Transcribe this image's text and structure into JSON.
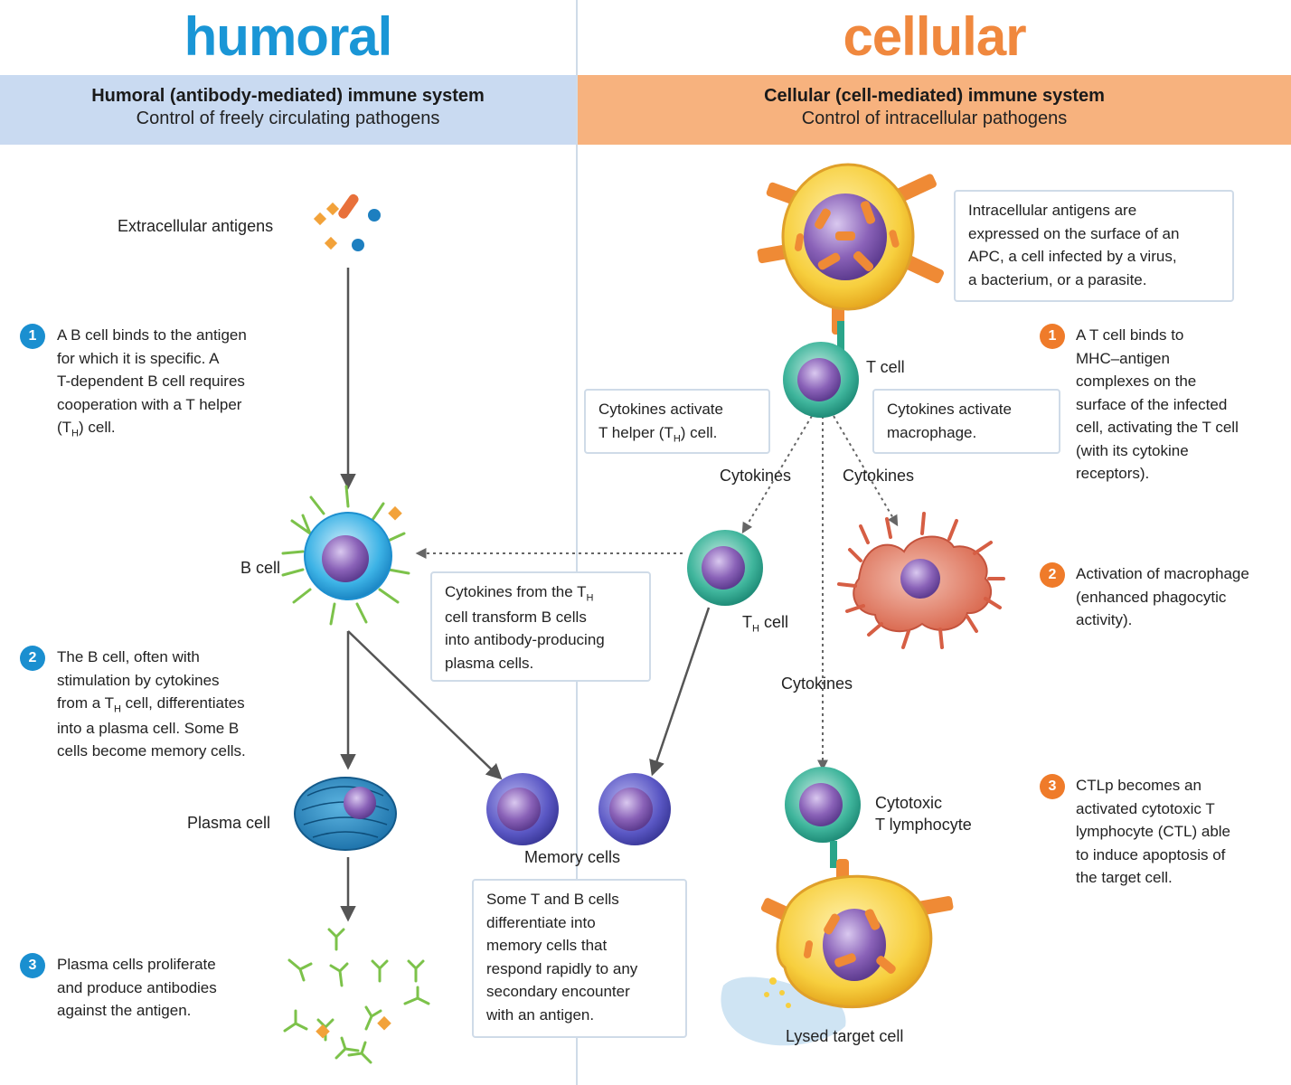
{
  "titles": {
    "humoral": "humoral",
    "cellular": "cellular"
  },
  "humoral_band": {
    "heading": "Humoral (antibody-mediated) immune system",
    "subheading": "Control of freely circulating pathogens"
  },
  "cellular_band": {
    "heading": "Cellular (cell-mediated) immune system",
    "subheading": "Control of intracellular pathogens"
  },
  "labels": {
    "extracellular_antigens": "Extracellular antigens",
    "b_cell": "B cell",
    "plasma_cell": "Plasma cell",
    "memory_cells": "Memory cells",
    "t_cell": "T cell",
    "th_cell_prefix": "T",
    "th_cell_sub": "H",
    "th_cell_suffix": " cell",
    "cytokines_left": "Cytokines",
    "cytokines_right": "Cytokines",
    "cytokines_down": "Cytokines",
    "ctl_line1": "Cytotoxic",
    "ctl_line2": "T lymphocyte",
    "lysed": "Lysed target cell"
  },
  "humoral_steps": {
    "s1_num": "1",
    "s1": [
      "A B cell binds to the antigen",
      "for which it is specific. A",
      "T-dependent B cell requires",
      "cooperation with a T helper"
    ],
    "s1_last_prefix": "(T",
    "s1_last_sub": "H",
    "s1_last_suffix": ") cell.",
    "s2_num": "2",
    "s2_a": [
      "The B cell, often with",
      "stimulation by cytokines"
    ],
    "s2_mid_prefix": "from a T",
    "s2_mid_sub": "H",
    "s2_mid_suffix": " cell, differentiates",
    "s2_b": [
      "into a plasma cell. Some B",
      "cells become memory cells."
    ],
    "s3_num": "3",
    "s3": [
      "Plasma cells proliferate",
      "and produce antibodies",
      "against the antigen."
    ]
  },
  "cellular_steps": {
    "s1_num": "1",
    "s1": [
      "A T cell binds to",
      "MHC–antigen",
      "complexes on the",
      "surface of the infected",
      "cell, activating the T cell",
      "(with its cytokine",
      "receptors)."
    ],
    "s2_num": "2",
    "s2": [
      "Activation of macrophage",
      "(enhanced phagocytic",
      "activity)."
    ],
    "s3_num": "3",
    "s3": [
      "CTLp becomes an",
      "activated cytotoxic T",
      "lymphocyte (CTL) able",
      "to induce apoptosis of",
      "the target cell."
    ]
  },
  "boxes": {
    "intracellular": [
      "Intracellular antigens are",
      "expressed on the surface of an",
      "APC, a cell infected by a virus,",
      "a bacterium, or a parasite."
    ],
    "activate_th_line1": "Cytokines activate",
    "activate_th_prefix": "T helper (T",
    "activate_th_sub": "H",
    "activate_th_suffix": ") cell.",
    "activate_macro": [
      "Cytokines activate",
      "macrophage."
    ],
    "from_th_prefix": "Cytokines from the T",
    "from_th_sub": "H",
    "from_th_rest": [
      "cell transform B cells",
      "into antibody-producing",
      "plasma cells."
    ],
    "memory": [
      "Some T and B cells",
      "differentiate into",
      "memory cells that",
      "respond rapidly to any",
      "secondary encounter",
      "with an antigen."
    ]
  },
  "colors": {
    "humoral_title": "#1a96d6",
    "cellular_title": "#f0883e",
    "humoral_band": "#c9daf1",
    "cellular_band": "#f7b27e",
    "arrow": "#555555"
  }
}
